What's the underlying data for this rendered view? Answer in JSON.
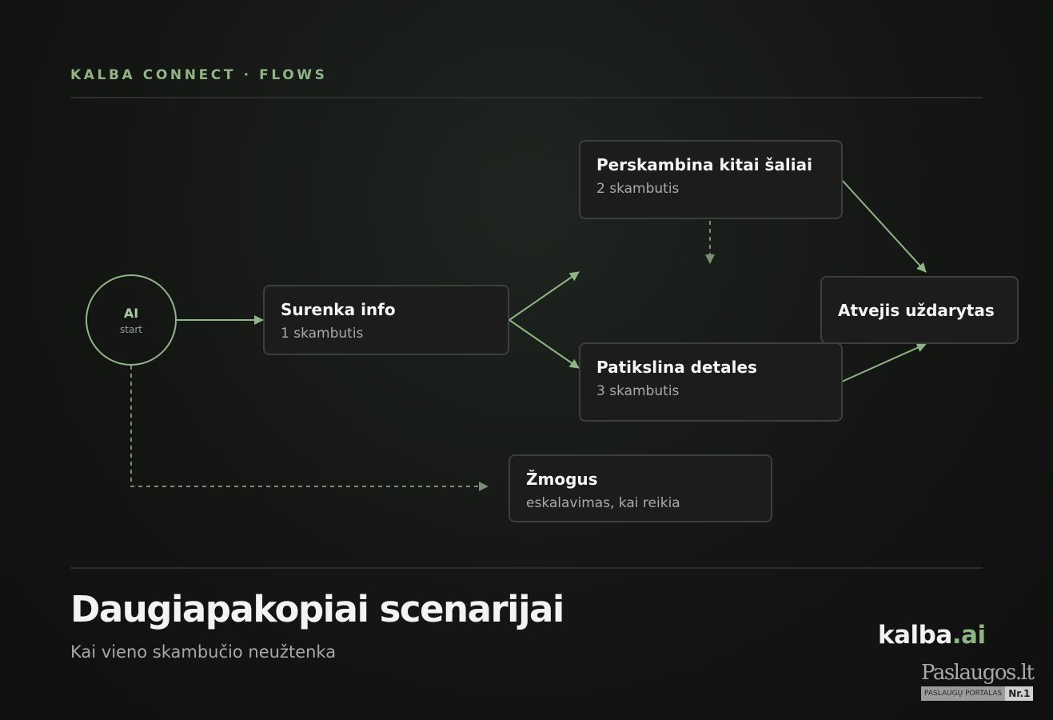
{
  "header": {
    "eyebrow": "KALBA CONNECT · FLOWS"
  },
  "flow": {
    "start": {
      "label": "AI",
      "sublabel": "start"
    },
    "nodes": {
      "collect": {
        "title": "Surenka info",
        "subtitle": "1 skambutis"
      },
      "callback": {
        "title": "Perskambina kitai šaliai",
        "subtitle": "2 skambutis"
      },
      "clarify": {
        "title": "Patikslina detales",
        "subtitle": "3 skambutis"
      },
      "closed": {
        "title": "Atvejis uždarytas"
      },
      "human": {
        "title": "Žmogus",
        "subtitle": "eskalavimas, kai reikia"
      }
    },
    "accent_color": "#8fb585"
  },
  "footer": {
    "headline": "Daugiapakopiai scenarijai",
    "subline": "Kai vieno skambučio neužtenka",
    "logo_main": "kalba",
    "logo_suffix": ".ai",
    "badge_brand": "Paslaugos.lt",
    "badge_tagline": "PASLAUGŲ PORTALAS",
    "badge_rank": "Nr.1"
  }
}
